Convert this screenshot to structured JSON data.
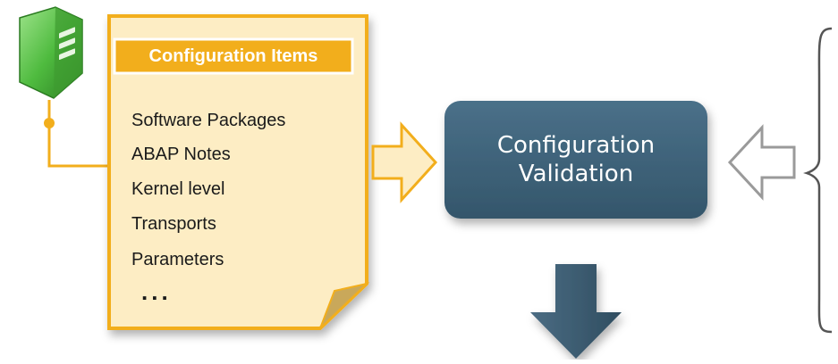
{
  "doc": {
    "title": "Configuration Items",
    "items": [
      "Software Packages",
      "ABAP Notes",
      "Kernel level",
      "Transports",
      "Parameters"
    ],
    "ellipsis": "..."
  },
  "center": {
    "line1": "Configuration",
    "line2": "Validation"
  },
  "colors": {
    "accent": "#f2ae1c",
    "doc_fill": "#fdedc4",
    "box_fill": "#3b5f75",
    "server_green": "#4fbb3f",
    "arrow_gray": "#9a9a9a"
  }
}
